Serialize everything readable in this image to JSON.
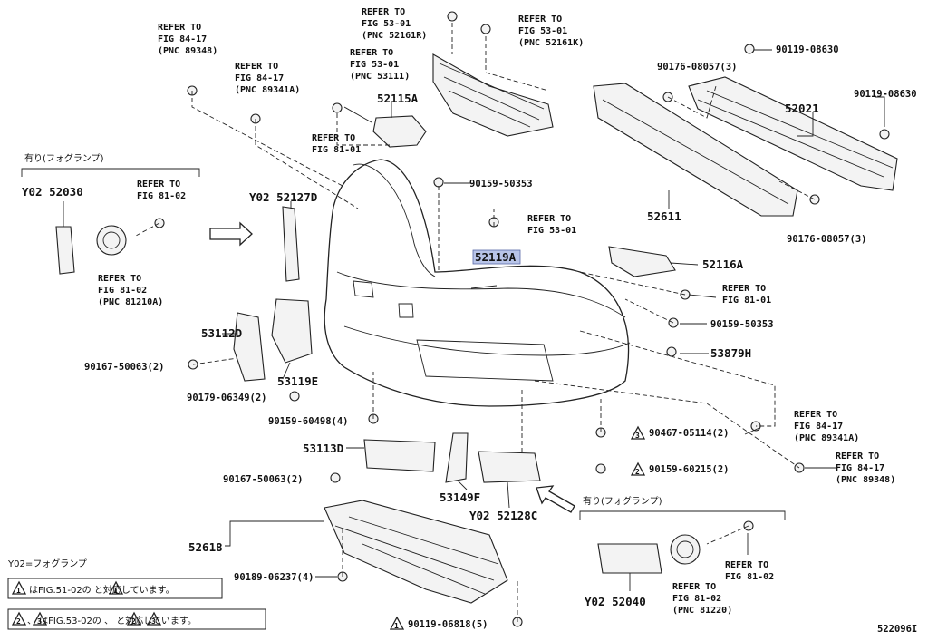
{
  "diagram": {
    "fig_id": "522096I",
    "center_part": "52119A",
    "legend_y02": "Y02=フォグランプ",
    "fog_with_left": "有り(フォグランプ)",
    "fog_with_right": "有り(フォグランプ)",
    "note1": "はFIG.51-02の    と対応しています。",
    "note2": "、   はFIG.53-02の   、   と対応しています。",
    "note1_num": "1",
    "note2_nums": [
      "2",
      "3"
    ]
  },
  "parts": {
    "p52030": "Y02 52030",
    "p52127D": "Y02 52127D",
    "p53112D": "53112D",
    "p53119E": "53119E",
    "p52115A": "52115A",
    "p52021": "52021",
    "p52611": "52611",
    "p52116A": "52116A",
    "p53879H": "53879H",
    "p53113D": "53113D",
    "p53149F": "53149F",
    "p52128C": "Y02 52128C",
    "p52618": "52618",
    "p52040": "Y02 52040",
    "b90159_50353a": "90159-50353",
    "b90159_50353b": "90159-50353",
    "b90176_08057a": "90176-08057(3)",
    "b90176_08057b": "90176-08057(3)",
    "b90119_08630a": "90119-08630",
    "b90119_08630b": "90119-08630",
    "b90167_50063a": "90167-50063(2)",
    "b90167_50063b": "90167-50063(2)",
    "b90179_06349": "90179-06349(2)",
    "b90159_60498": "90159-60498(4)",
    "b90467_05114": "90467-05114(2)",
    "b90159_60215": "90159-60215(2)",
    "b90189_06237": "90189-06237(4)",
    "b90119_06818": "90119-06818(5)"
  },
  "refs": {
    "r1": [
      "REFER TO",
      "FIG 84-17",
      "(PNC 89348)"
    ],
    "r2": [
      "REFER TO",
      "FIG 84-17",
      "(PNC 89341A)"
    ],
    "r3": [
      "REFER TO",
      "FIG 53-01",
      "(PNC 52161R)"
    ],
    "r4": [
      "REFER TO",
      "FIG 53-01",
      "(PNC 52161K)"
    ],
    "r5": [
      "REFER TO",
      "FIG 53-01",
      "(PNC 53111)"
    ],
    "r6": [
      "REFER TO",
      "FIG 81-01"
    ],
    "r7": [
      "REFER TO",
      "FIG 81-02"
    ],
    "r8": [
      "REFER TO",
      "FIG 81-02",
      "(PNC 81210A)"
    ],
    "r9": [
      "REFER TO",
      "FIG 53-01"
    ],
    "r10": [
      "REFER TO",
      "FIG 81-01"
    ],
    "r11": [
      "REFER TO",
      "FIG 84-17",
      "(PNC 89341A)"
    ],
    "r12": [
      "REFER TO",
      "FIG 84-17",
      "(PNC 89348)"
    ],
    "r13": [
      "REFER TO",
      "FIG 81-02"
    ],
    "r14": [
      "REFER TO",
      "FIG 81-02",
      "(PNC 81220)"
    ]
  }
}
